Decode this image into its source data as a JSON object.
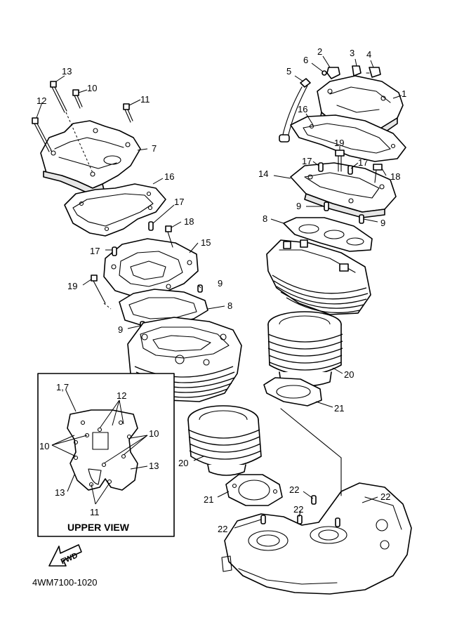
{
  "diagram_code": "4WM7100-1020",
  "inset_title": "UPPER VIEW",
  "fwd_label": "FWD",
  "callouts": [
    "13",
    "10",
    "12",
    "11",
    "7",
    "16",
    "17",
    "18",
    "15",
    "17",
    "19",
    "9",
    "8",
    "9",
    "2",
    "6",
    "3",
    "4",
    "5",
    "1",
    "16",
    "19",
    "17",
    "17",
    "18",
    "14",
    "9",
    "8",
    "9",
    "20",
    "21",
    "20",
    "21",
    "22",
    "22",
    "22",
    "22"
  ],
  "inset_callouts": [
    "1,7",
    "12",
    "10",
    "10",
    "13",
    "13",
    "11"
  ]
}
